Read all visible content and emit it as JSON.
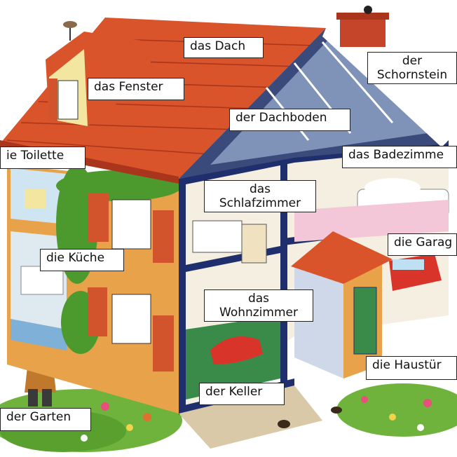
{
  "labels": {
    "dach": "das Dach",
    "fenster": "das Fenster",
    "schornstein_1": "der",
    "schornstein_2": "Schornstein",
    "dachboden": "der Dachboden",
    "toilette": "ie Toilette",
    "badezimmer": "das Badezimme",
    "schlafzimmer_1": "das",
    "schlafzimmer_2": "Schlafzimmer",
    "garage": "die Garag",
    "kueche": "die Küche",
    "wohnzimmer_1": "das",
    "wohnzimmer_2": "Wohnzimmer",
    "haustuer": "die Haustür",
    "keller": "der Keller",
    "garten": "der Garten"
  },
  "colors": {
    "roof_tile": "#d9532b",
    "roof_dark": "#a8351c",
    "wall": "#e8a24a",
    "frame": "#1f2f6e",
    "floor_blue": "#2a5fb5",
    "ivy": "#4c9a2e",
    "grass": "#6fb33c",
    "shutter": "#d2542c",
    "car": "#d9342a"
  }
}
